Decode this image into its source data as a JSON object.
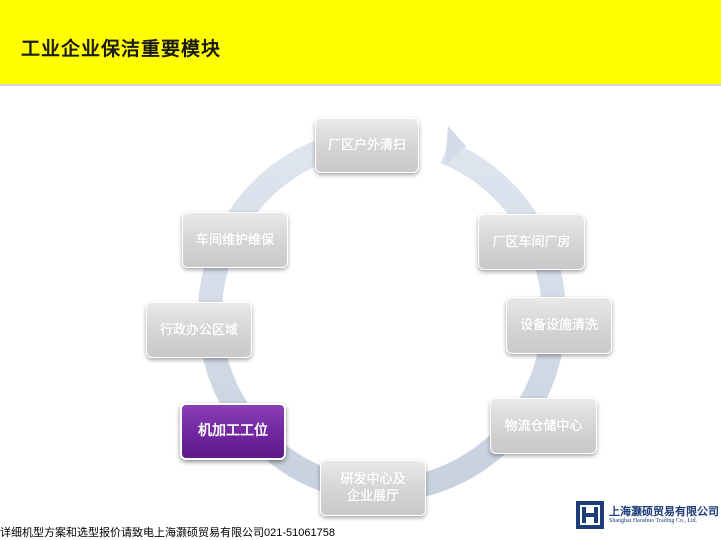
{
  "header": {
    "title": "工业企业保洁重要模块",
    "background_color": "#ffff00"
  },
  "cycle": {
    "arrow_color": "#d3dbe8",
    "active_color": "#6e249d",
    "nodes": [
      {
        "id": "outdoor",
        "label": "厂区户外清扫",
        "active": false
      },
      {
        "id": "workshop",
        "label": "厂区车间厂房",
        "active": false
      },
      {
        "id": "equipment",
        "label": "设备设施清洗",
        "active": false
      },
      {
        "id": "warehouse",
        "label": "物流仓储中心",
        "active": false
      },
      {
        "id": "rnd",
        "label": "研发中心及\n企业展厅",
        "active": false
      },
      {
        "id": "machining",
        "label": "机加工工位",
        "active": true
      },
      {
        "id": "admin",
        "label": "行政办公区域",
        "active": false
      },
      {
        "id": "maintenance",
        "label": "车间维护维保",
        "active": false
      }
    ]
  },
  "footer": {
    "contact_text": "详细机型方案和选型报价请致电上海灏硕贸易有限公司021-51061758"
  },
  "logo": {
    "company_cn": "上海灏硕贸易有限公司",
    "company_en": "Shanghai Haoshuo Trading Co., Ltd.",
    "icon": "haoshuo-logo-icon",
    "color": "#1d3d78"
  }
}
